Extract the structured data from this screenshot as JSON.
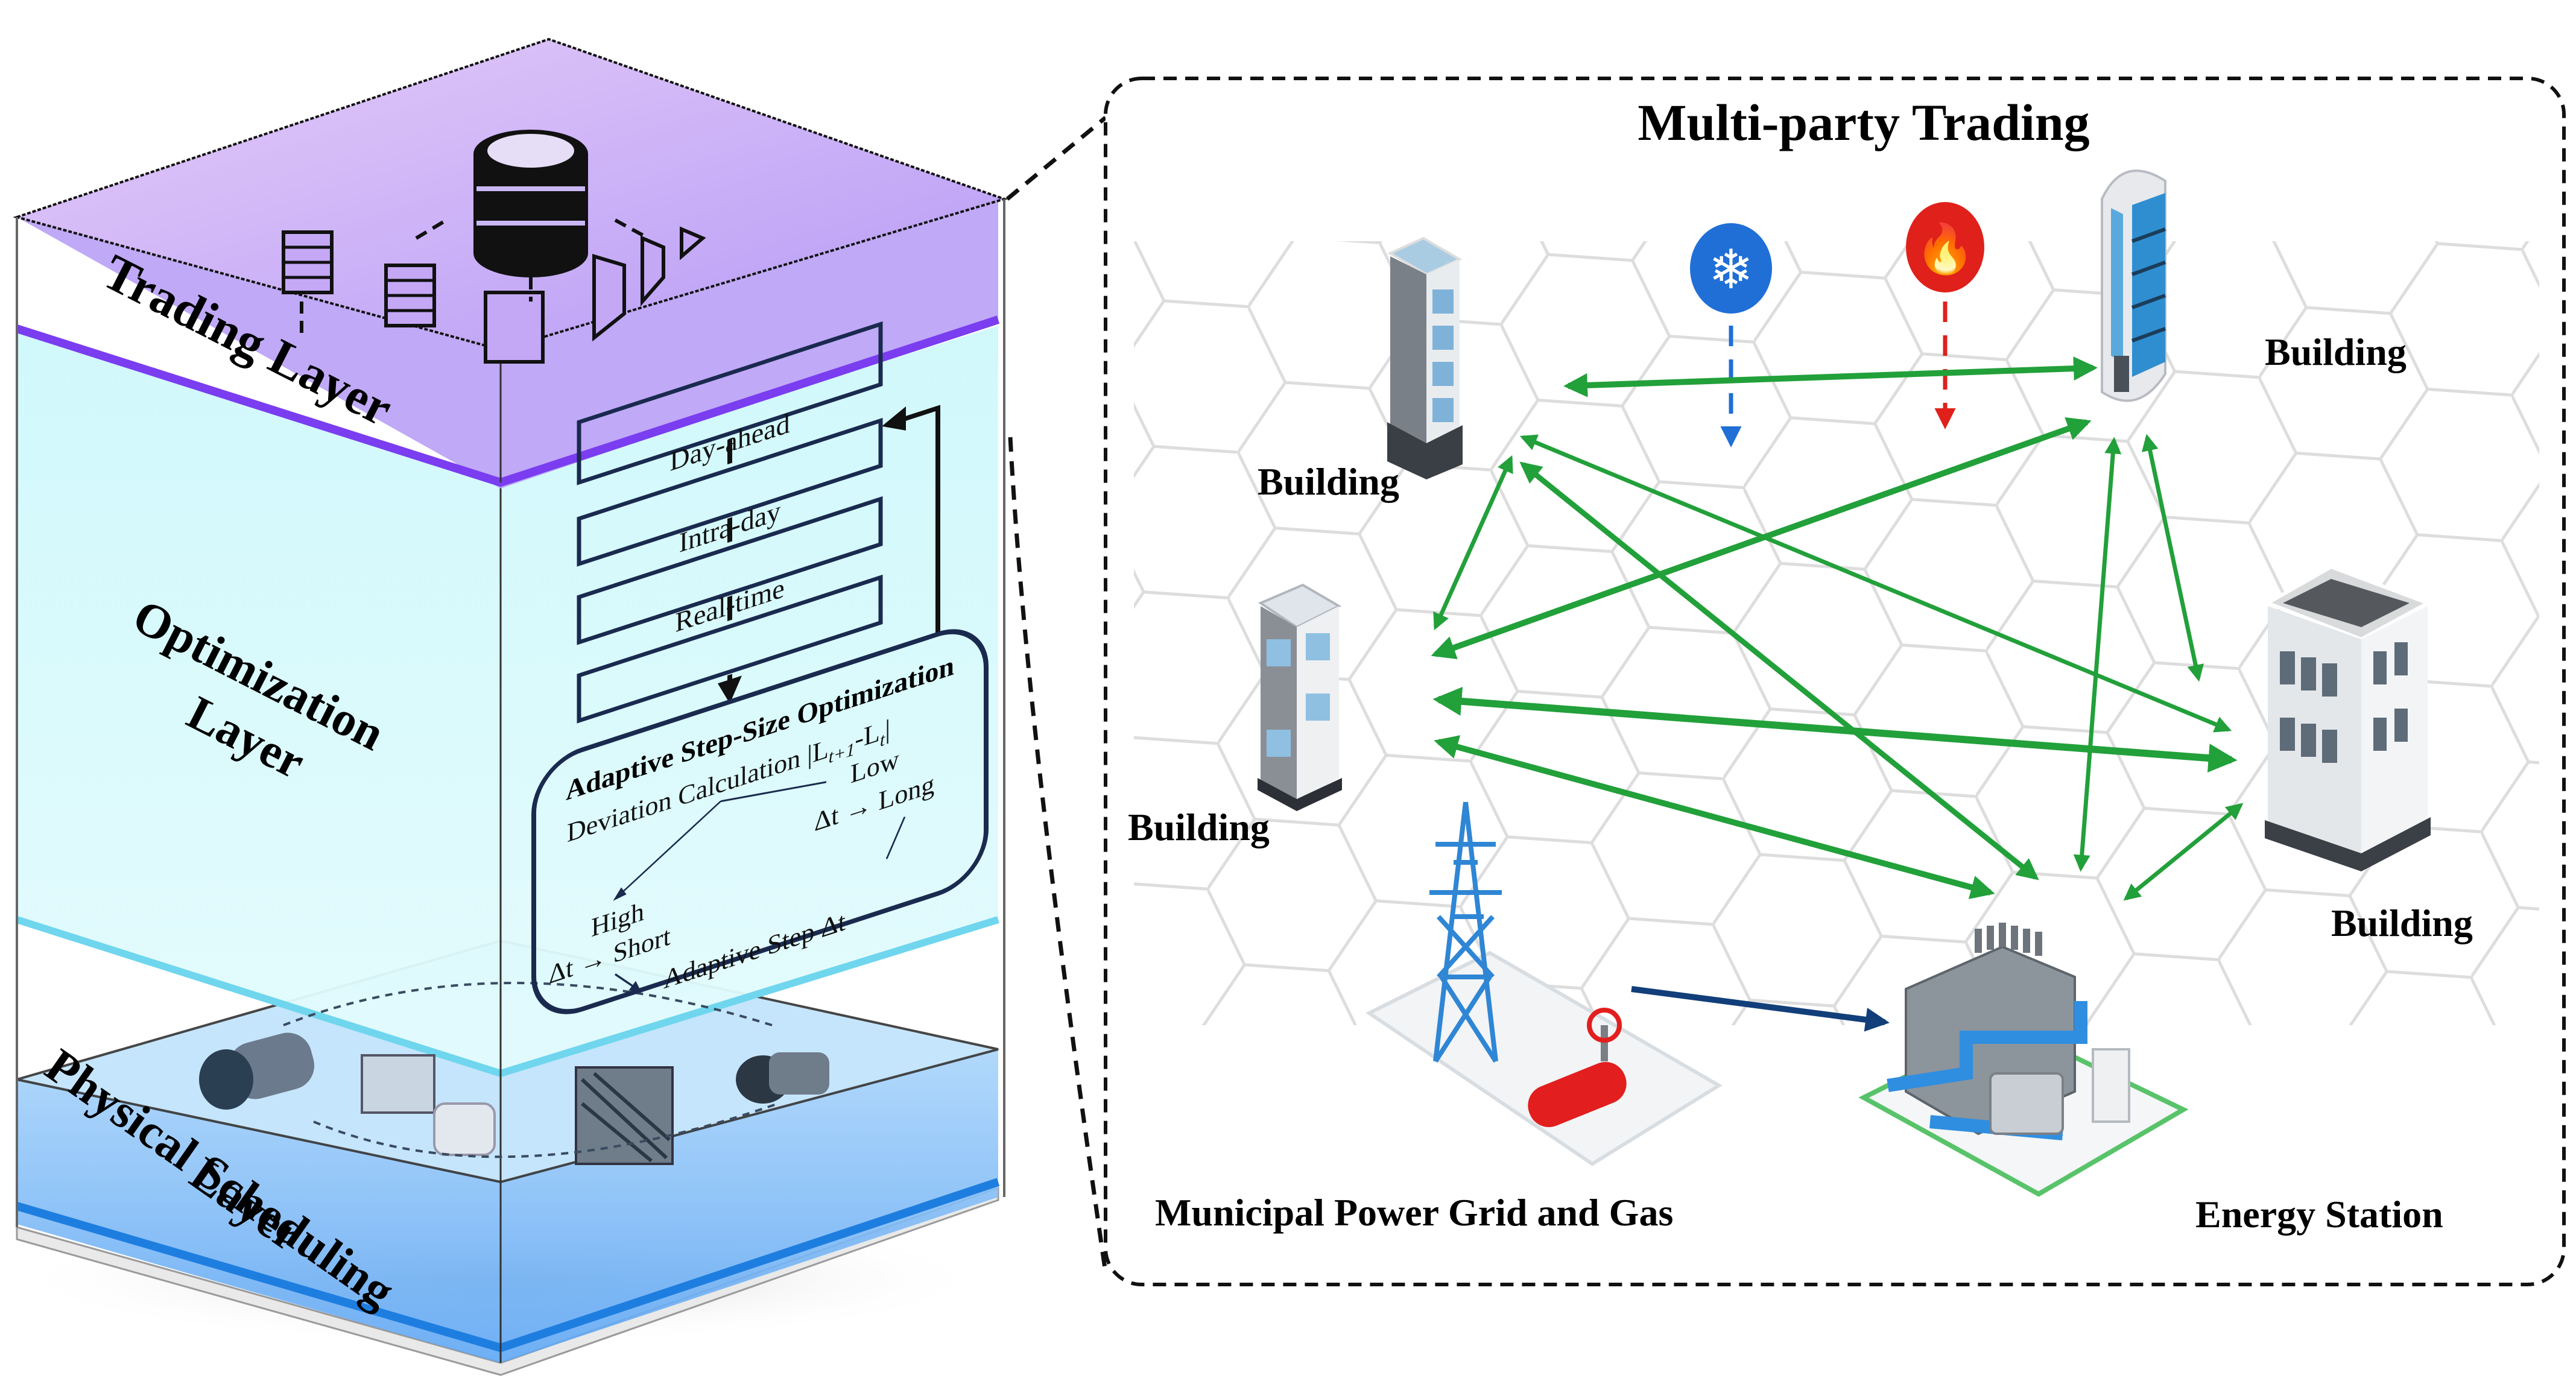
{
  "colors": {
    "trading_layer": "#b497f5",
    "trading_layer_edge": "#7a3df0",
    "optimization_layer": "#d2f8fb",
    "physical_layer": "#7fb8f5",
    "physical_layer_edge": "#1e7ee0",
    "flow_box_stroke": "#1a2a4f",
    "trade_arrow": "#22a03a",
    "supply_arrow": "#123f7a",
    "cooling": "#1f6fd6",
    "heating": "#e0201a",
    "hex_grid": "#d6d6d6"
  },
  "left_panel": {
    "layers": [
      {
        "id": "trading",
        "label": "Trading Layer"
      },
      {
        "id": "optimization",
        "label_line1": "Optimization",
        "label_line2": "Layer"
      },
      {
        "id": "physical",
        "label_line1": "Physical Scheduling",
        "label_line2": "Layer"
      }
    ],
    "trading_icons": [
      "database-icon",
      "server-icon",
      "server-icon",
      "box-icon",
      "flag-icon",
      "flag-icon",
      "flag-icon"
    ],
    "physical_icons": [
      "turbine-icon",
      "machine-icon",
      "tank-icon",
      "heat-exchanger-icon",
      "pump-icon"
    ],
    "flow": {
      "steps": [
        "Day-ahead",
        "Intra-day",
        "Real-time"
      ],
      "adaptive": {
        "title": "Adaptive Step-Size Optimization",
        "deviation": "Deviation Calculation |L",
        "deviation_sub1": "t+1",
        "deviation_mid": "-L",
        "deviation_sub2": "t",
        "deviation_end": "|",
        "low": "Low",
        "long": "Δt → Long",
        "high": "High",
        "short": "Δt → Short",
        "result": "Adaptive Step Δt"
      }
    }
  },
  "right_panel": {
    "title": "Multi-party Trading",
    "nodes": [
      {
        "id": "b1",
        "label": "Building"
      },
      {
        "id": "b2",
        "label": "Building"
      },
      {
        "id": "b3",
        "label": "Building"
      },
      {
        "id": "b4",
        "label": "Building"
      },
      {
        "id": "grid",
        "label": "Municipal Power Grid and Gas"
      },
      {
        "id": "station",
        "label": "Energy Station"
      }
    ],
    "signals": [
      {
        "id": "cooling",
        "icon": "snowflake-icon",
        "glyph": "❄"
      },
      {
        "id": "heating",
        "icon": "flame-icon",
        "glyph": "🔥"
      }
    ],
    "trades": [
      {
        "from": "b1",
        "to": "b2",
        "kind": "bidirectional"
      },
      {
        "from": "b1",
        "to": "b3",
        "kind": "bidirectional"
      },
      {
        "from": "b1",
        "to": "b4",
        "kind": "bidirectional"
      },
      {
        "from": "b1",
        "to": "station",
        "kind": "bidirectional"
      },
      {
        "from": "b2",
        "to": "b3",
        "kind": "bidirectional"
      },
      {
        "from": "b2",
        "to": "b4",
        "kind": "bidirectional"
      },
      {
        "from": "b2",
        "to": "station",
        "kind": "bidirectional"
      },
      {
        "from": "b3",
        "to": "b4",
        "kind": "bidirectional"
      },
      {
        "from": "b3",
        "to": "station",
        "kind": "bidirectional"
      },
      {
        "from": "b4",
        "to": "station",
        "kind": "bidirectional"
      },
      {
        "from": "grid",
        "to": "station",
        "kind": "unidirectional"
      }
    ]
  }
}
